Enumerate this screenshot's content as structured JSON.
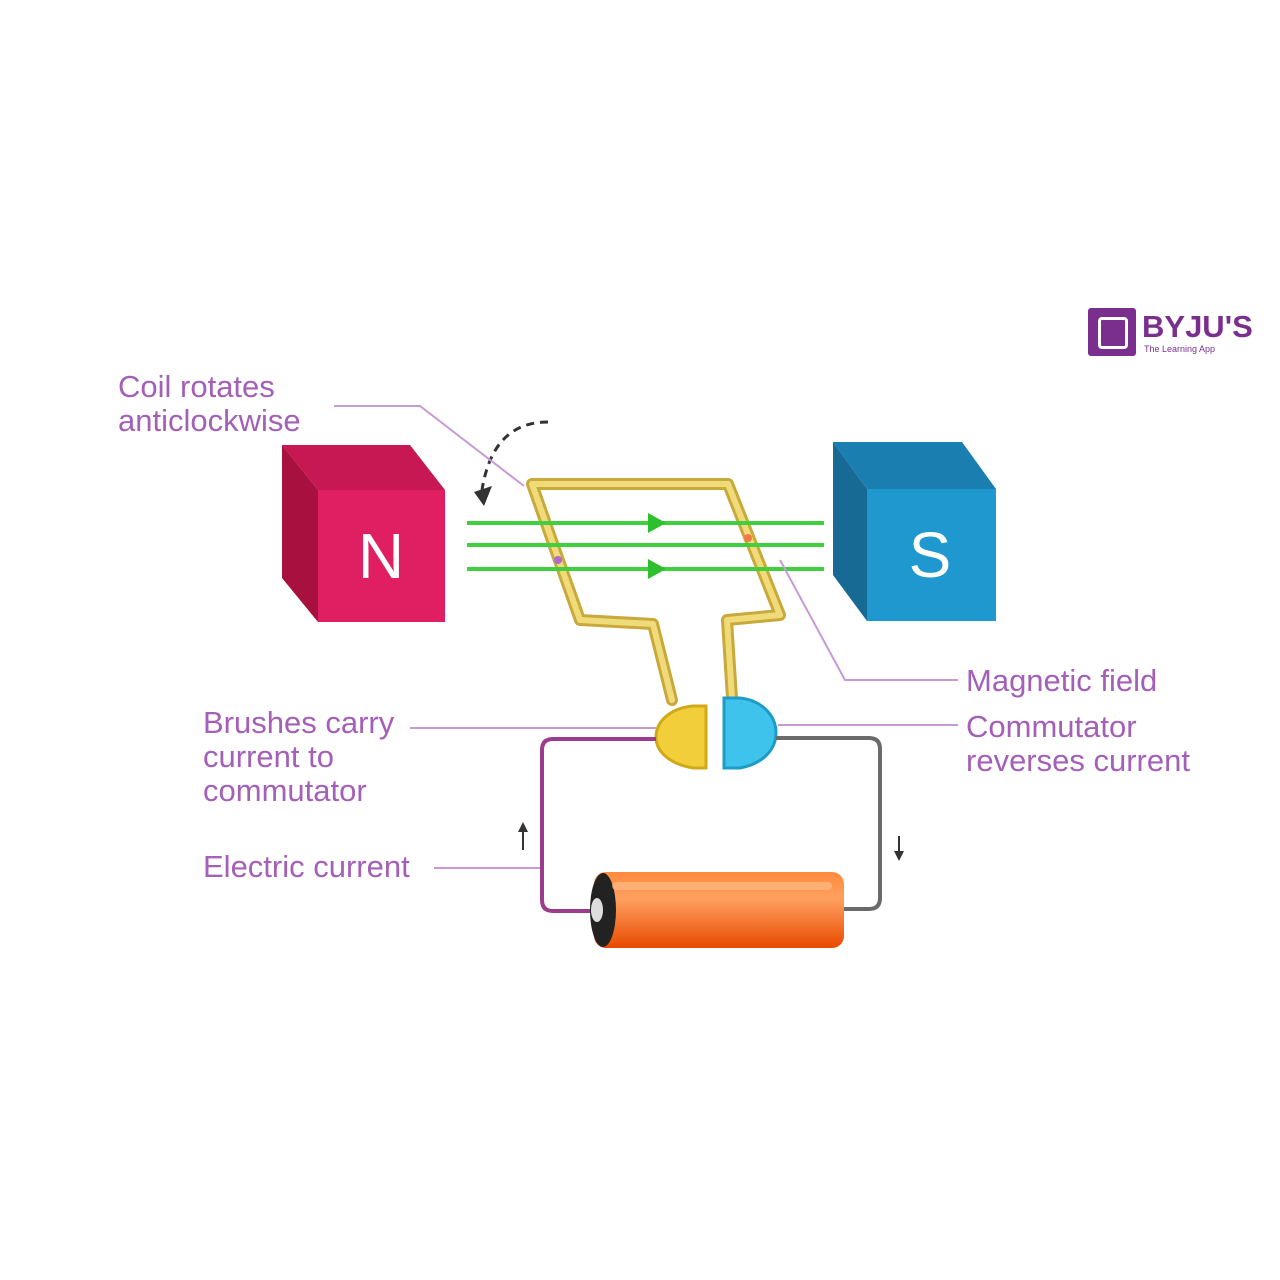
{
  "logo": {
    "name": "BYJU'S",
    "tagline": "The Learning App"
  },
  "magnets": {
    "north": {
      "letter": "N",
      "color": "#e01f63"
    },
    "south": {
      "letter": "S",
      "color": "#1e98cf"
    }
  },
  "labels": {
    "coil_rotation": [
      "Coil rotates",
      "anticlockwise"
    ],
    "magnetic_field": "Magnetic field",
    "brushes": [
      "Brushes carry",
      "current to",
      "commutator"
    ],
    "commutator": [
      "Commutator",
      "reverses current"
    ],
    "electric_current": "Electric current"
  },
  "colors": {
    "label_text": "#a45fb8",
    "field_lines": "#3fcf3f",
    "coil": "#e8d05a",
    "commutator_left": "#f2cf3a",
    "commutator_right": "#3ec4ec",
    "battery": "#ff5a10",
    "wire_left": "#9c3c8c",
    "wire_right": "#6a6a6a"
  }
}
